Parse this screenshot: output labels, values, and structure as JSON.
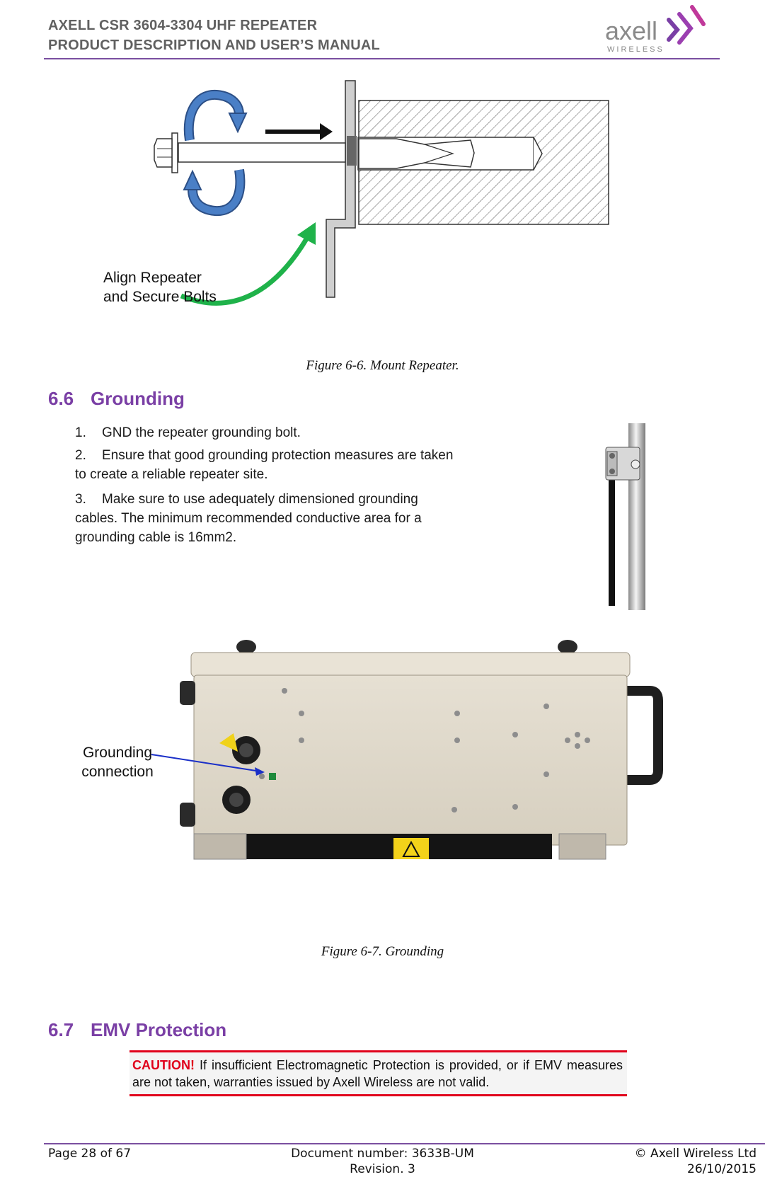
{
  "header": {
    "title_line1": "AXELL CSR 3604-3304 UHF REPEATER",
    "title_line2": "PRODUCT DESCRIPTION AND USER’S MANUAL",
    "logo_text": "axell",
    "logo_subtext": "WIRELESS"
  },
  "figure_6_6": {
    "callout": [
      "Align Repeater",
      "and Secure Bolts"
    ],
    "caption": "Figure 6-6.  Mount Repeater."
  },
  "section_6_6": {
    "number": "6.6",
    "title": "Grounding",
    "steps": [
      {
        "n": "1.",
        "text": "GND the repeater grounding bolt."
      },
      {
        "n": "2.",
        "text": "Ensure that good grounding protection measures are taken",
        "cont": "to create a reliable repeater site."
      },
      {
        "n": "3.",
        "text": "Make sure to use adequately dimensioned grounding",
        "cont": "cables. The minimum recommended conductive area for a",
        "cont2": "grounding cable is 16mm2."
      }
    ]
  },
  "figure_6_7": {
    "callout": [
      "Grounding",
      "connection"
    ],
    "caption": "Figure 6-7.  Grounding"
  },
  "section_6_7": {
    "number": "6.7",
    "title": "EMV Protection",
    "caution_label": "CAUTION!",
    "caution_text": " If insufficient Electromagnetic Protection is provided, or if EMV measures are not taken, warranties issued by Axell Wireless are not valid."
  },
  "footer": {
    "page": "Page 28 of 67",
    "doc_number": "Document number: 3633B-UM",
    "revision": "Revision. 3",
    "copyright": "© Axell Wireless Ltd",
    "date": "26/10/2015"
  },
  "colors": {
    "accent_purple": "#7a3fa5",
    "caution_red": "#e0001b",
    "arrow_blue": "#4a7fc6",
    "arrow_green": "#1fb24a"
  }
}
